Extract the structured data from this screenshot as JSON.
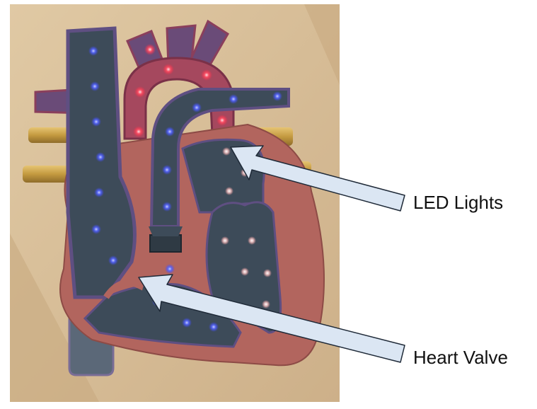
{
  "callouts": [
    {
      "id": "led",
      "label": "LED Lights"
    },
    {
      "id": "valve",
      "label": "Heart Valve"
    }
  ],
  "colors": {
    "backdrop": "#d7b98f",
    "muscle": "#b2655e",
    "chamber": "#3d4b59",
    "vessel_red": "#a5485e",
    "vessel_purple": "#6a4b78",
    "vessel_gold": "#c7a04e",
    "led_blue": "#4a5cff",
    "led_red": "#ff4c62",
    "led_pink": "#ffd6d6",
    "arrow_fill": "#dbe6f3",
    "arrow_stroke": "#1f2a38"
  }
}
